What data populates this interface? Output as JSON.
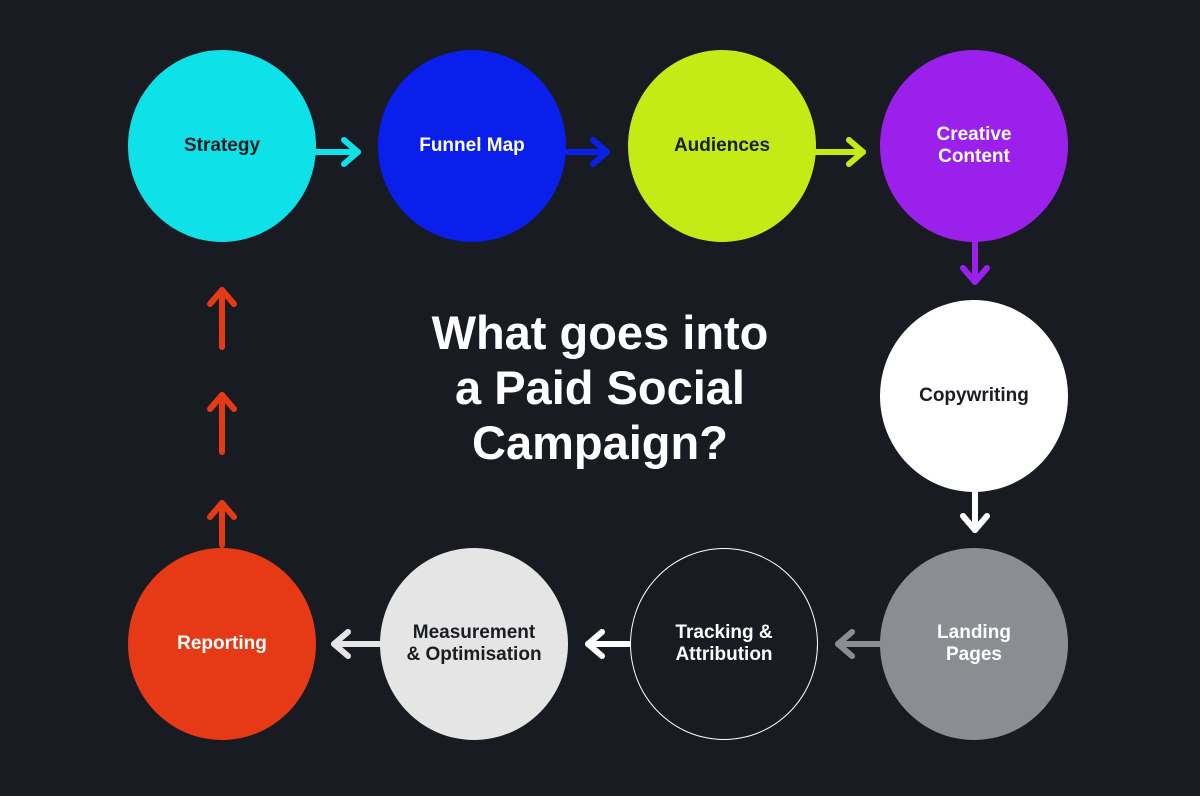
{
  "title": {
    "line1": "What goes into",
    "line2": "a Paid Social",
    "line3": "Campaign?"
  },
  "colors": {
    "background": "#181b21",
    "strategy": "#0fe1e8",
    "funnel_map": "#0a1eec",
    "audiences": "#c4eb16",
    "creative_content": "#9b20ec",
    "copywriting": "#ffffff",
    "landing_pages": "#8a8d91",
    "tracking_attribution": "#181b21",
    "measurement_optimisation": "#e5e5e5",
    "reporting": "#e63a17"
  },
  "steps": [
    {
      "id": "strategy",
      "label": "Strategy"
    },
    {
      "id": "funnel-map",
      "label": "Funnel Map"
    },
    {
      "id": "audiences",
      "label": "Audiences"
    },
    {
      "id": "creative-content",
      "label": "Creative\nContent"
    },
    {
      "id": "copywriting",
      "label": "Copywriting"
    },
    {
      "id": "landing-pages",
      "label": "Landing\nPages"
    },
    {
      "id": "tracking-attribution",
      "label": "Tracking &\nAttribution"
    },
    {
      "id": "measurement-optimisation",
      "label": "Measurement\n& Optimisation"
    },
    {
      "id": "reporting",
      "label": "Reporting"
    }
  ]
}
